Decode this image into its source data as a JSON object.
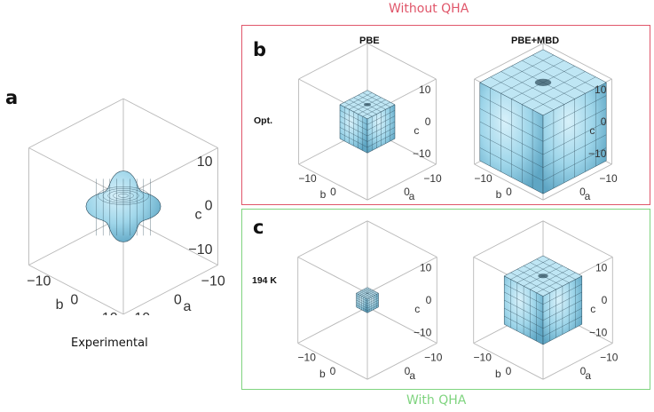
{
  "colors": {
    "without_qha": "#e0566a",
    "with_qha": "#7fd47f",
    "surface": "#9fd6ea",
    "surface_dark": "#5fa6c4",
    "mesh": "#2c4a5a",
    "axes": "#b8b8b8"
  },
  "labels": {
    "without_qha": "Without QHA",
    "with_qha": "With QHA",
    "panel_a": "a",
    "panel_b": "b",
    "panel_c": "c",
    "col_pbe": "PBE",
    "col_pbe_mbd": "PBE+MBD",
    "row_opt": "Opt.",
    "row_194": "194 K",
    "experimental": "Experimental"
  },
  "axes": {
    "a_label": "a",
    "b_label": "b",
    "c_label": "c",
    "ticks": [
      "−10",
      "0",
      "10"
    ]
  },
  "plots": [
    {
      "id": "experimental",
      "shape": "star",
      "size": 0.45
    },
    {
      "id": "pbe-opt",
      "shape": "cube",
      "size": 0.4
    },
    {
      "id": "pbe-mbd-opt",
      "shape": "cube",
      "size": 0.92
    },
    {
      "id": "pbe-194k",
      "shape": "cube",
      "size": 0.16
    },
    {
      "id": "pbe-mbd-194k",
      "shape": "cube",
      "size": 0.56
    }
  ]
}
